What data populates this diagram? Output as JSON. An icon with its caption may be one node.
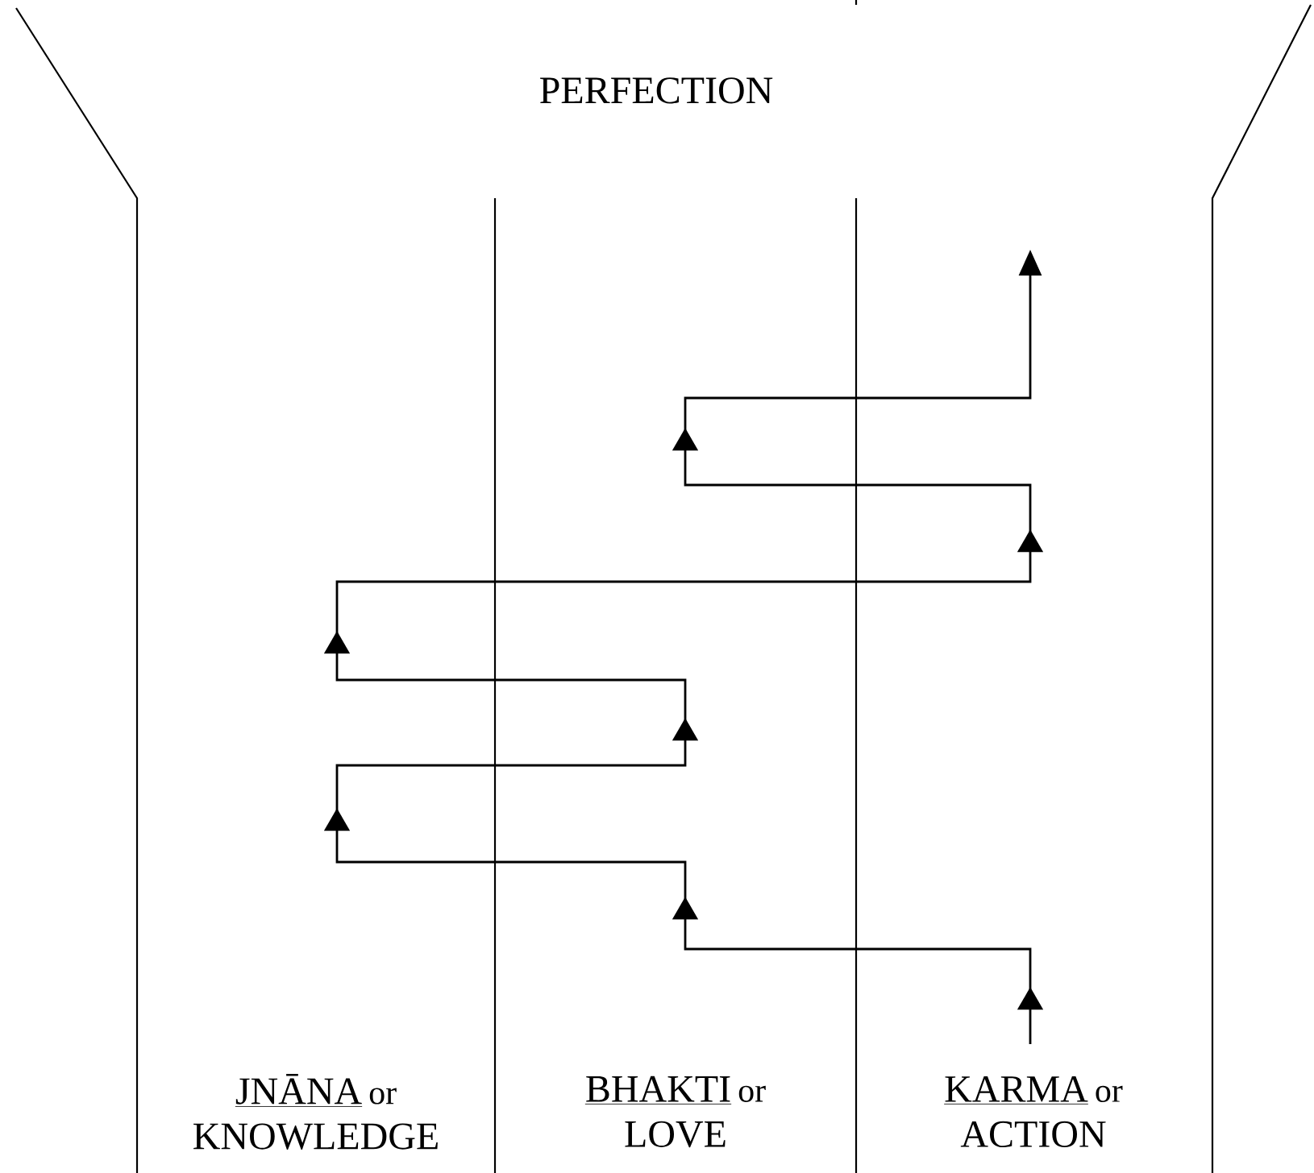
{
  "diagram": {
    "labels": [
      "PERFECTION",
      "JNĀNA",
      "or",
      "BHAKTI",
      "or",
      "KARMA",
      "or",
      "KNOWLEDGE",
      "LOVE",
      "ACTION"
    ]
  }
}
